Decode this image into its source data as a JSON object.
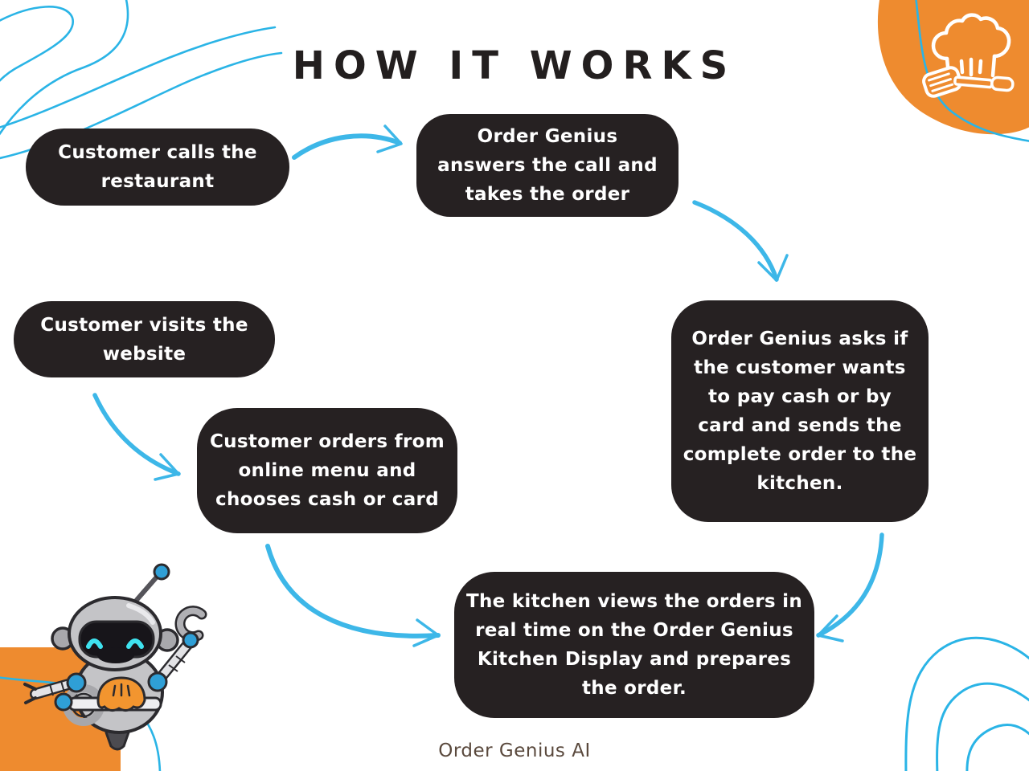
{
  "title": "HOW IT WORKS",
  "footer": "Order Genius AI",
  "colors": {
    "node_background": "#262122",
    "node_text": "#ffffff",
    "arrow_blue": "#3db7e8",
    "decor_line_blue": "#2ab4e6",
    "accent_orange": "#ee8b2f",
    "title_text": "#231f1f",
    "footer_text": "#5a493d",
    "background": "#ffffff"
  },
  "icons": {
    "corner_badge": "chef-hat-and-spatula-icon",
    "mascot": "robot-mascot-holding-spatula"
  },
  "nodes": [
    {
      "id": "customer-calls",
      "text": "Customer calls the\nrestaurant"
    },
    {
      "id": "genius-answers",
      "text": "Order Genius\nanswers the call and\ntakes the order"
    },
    {
      "id": "customer-visits",
      "text": "Customer visits the\nwebsite"
    },
    {
      "id": "customer-orders",
      "text": "Customer orders from\nonline menu and\nchooses cash or card"
    },
    {
      "id": "genius-payment",
      "text": "Order Genius asks if\nthe customer wants\nto pay cash or by\ncard and sends the\ncomplete order to the\nkitchen."
    },
    {
      "id": "kitchen-display",
      "text": "The kitchen views the orders in\nreal time on the Order Genius\nKitchen Display and prepares\nthe order."
    }
  ],
  "edges": [
    {
      "from": "customer-calls",
      "to": "genius-answers"
    },
    {
      "from": "genius-answers",
      "to": "genius-payment"
    },
    {
      "from": "customer-visits",
      "to": "customer-orders"
    },
    {
      "from": "customer-orders",
      "to": "kitchen-display"
    },
    {
      "from": "genius-payment",
      "to": "kitchen-display"
    }
  ]
}
